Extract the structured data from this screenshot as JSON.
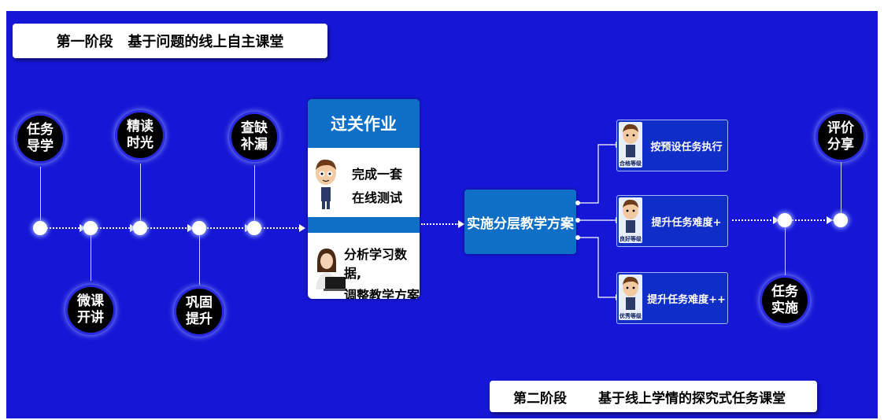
{
  "phase1": {
    "title": "第一阶段   基于问题的线上自主课堂"
  },
  "phase2": {
    "label": "第二阶段",
    "title": "基于线上学情的探究式任务课堂"
  },
  "steps_top": [
    {
      "line1": "任务",
      "line2": "导学"
    },
    {
      "line1": "精读",
      "line2": "时光"
    },
    {
      "line1": "查缺",
      "line2": "补漏"
    }
  ],
  "steps_bottom": [
    {
      "line1": "微课",
      "line2": "开讲"
    },
    {
      "line1": "巩固",
      "line2": "提升"
    }
  ],
  "homework": {
    "title": "过关作业",
    "item1_line1": "完成一套",
    "item1_line2": "在线测试",
    "item2_line1": "分析学习数据,",
    "item2_line2": "调整教学方案"
  },
  "scheme": {
    "label": "实施分层教学方案"
  },
  "tiers": [
    {
      "tag": "合格等级",
      "label": "按预设任务执行"
    },
    {
      "tag": "良好等级",
      "label": "提升任务难度+"
    },
    {
      "tag": "优秀等级",
      "label": "提升任务难度++"
    }
  ],
  "final_steps": {
    "task": {
      "line1": "任务",
      "line2": "实施"
    },
    "review": {
      "line1": "评价",
      "line2": "分享"
    }
  },
  "colors": {
    "background": "#1616d6",
    "box_blue": "#0f6fc6",
    "bubble": "#000000"
  }
}
